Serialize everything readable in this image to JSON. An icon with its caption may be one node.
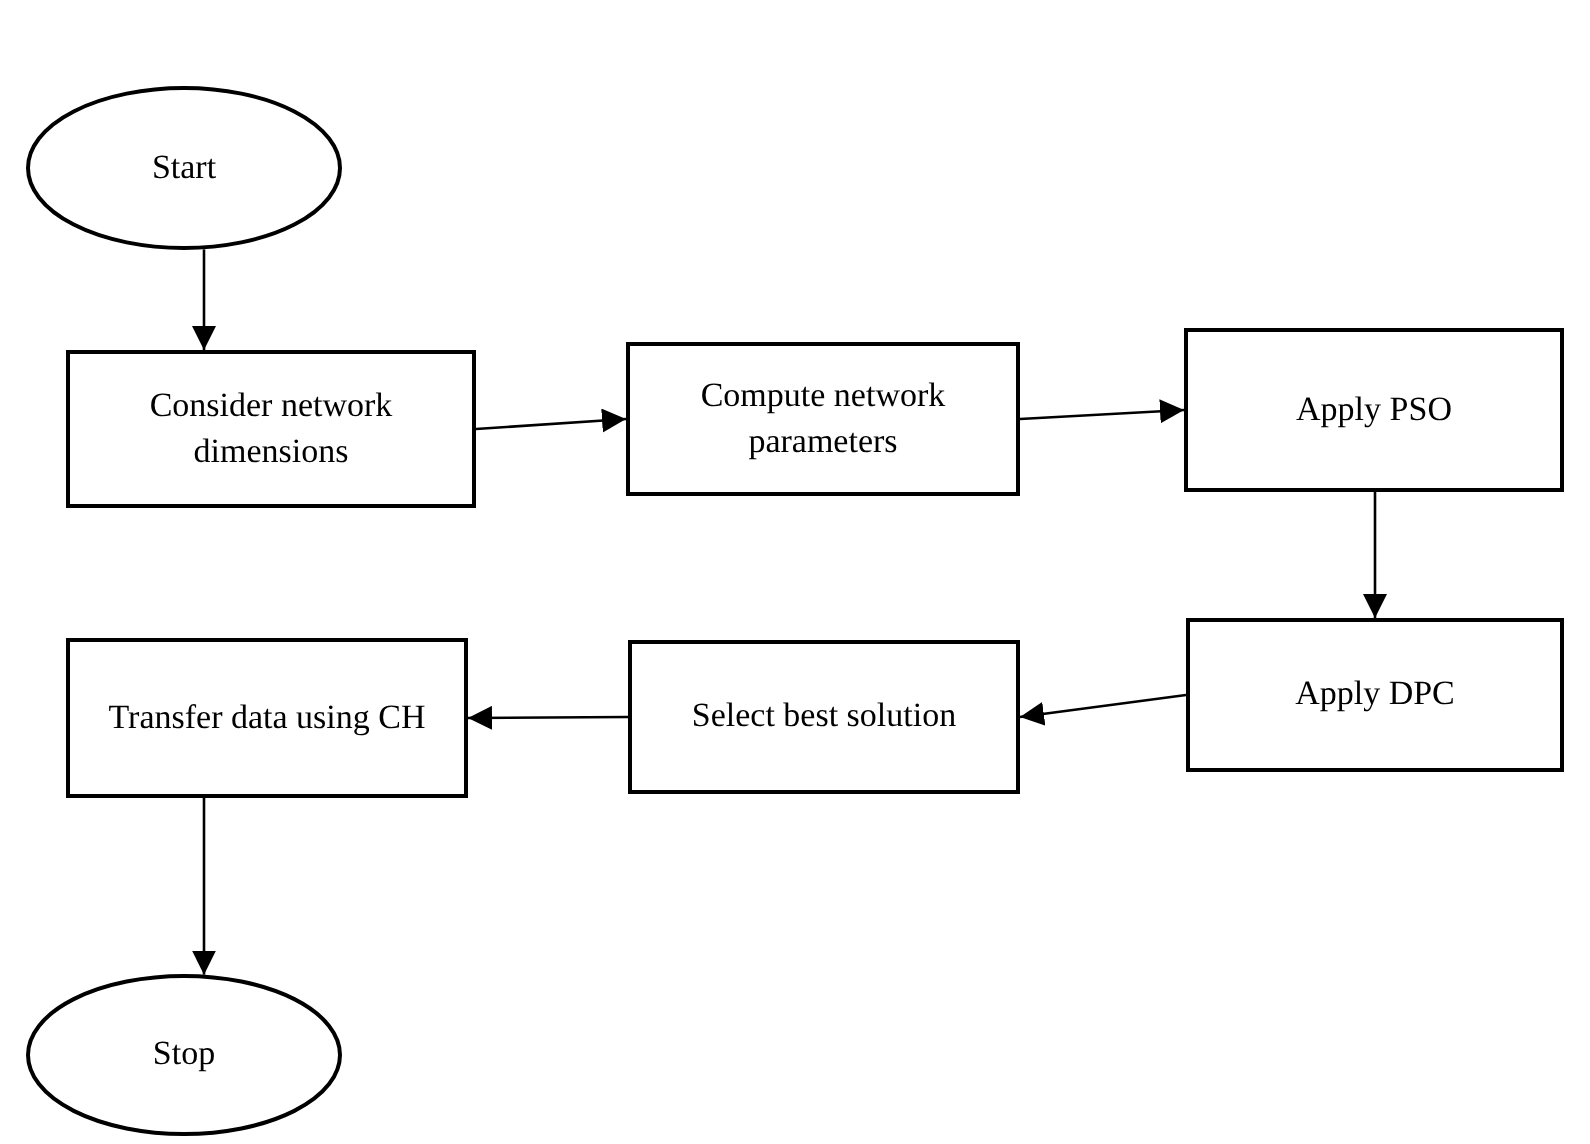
{
  "diagram": {
    "nodes": [
      {
        "text": [
          "Start"
        ]
      },
      {
        "text": [
          "Consider network dimensions"
        ]
      },
      {
        "text": [
          "Compute network parameters"
        ]
      },
      {
        "text": [
          "Apply PSO"
        ]
      },
      {
        "text": [
          "Apply DPC"
        ]
      },
      {
        "text": [
          "Select best solution"
        ]
      },
      {
        "text": [
          "Transfer data using CH"
        ]
      },
      {
        "text": [
          "Stop"
        ]
      }
    ],
    "edges": [
      {
        "from": 0,
        "to": 1,
        "arrow": "to"
      },
      {
        "from": 1,
        "to": 2,
        "arrow": "to"
      },
      {
        "from": 2,
        "to": 3,
        "arrow": "to"
      },
      {
        "from": 3,
        "to": 4,
        "arrow": "to"
      },
      {
        "from": 4,
        "to": 5,
        "arrow": "to"
      },
      {
        "from": 5,
        "to": 6,
        "arrow": "to"
      },
      {
        "from": 6,
        "to": 7,
        "arrow": "to"
      }
    ]
  }
}
